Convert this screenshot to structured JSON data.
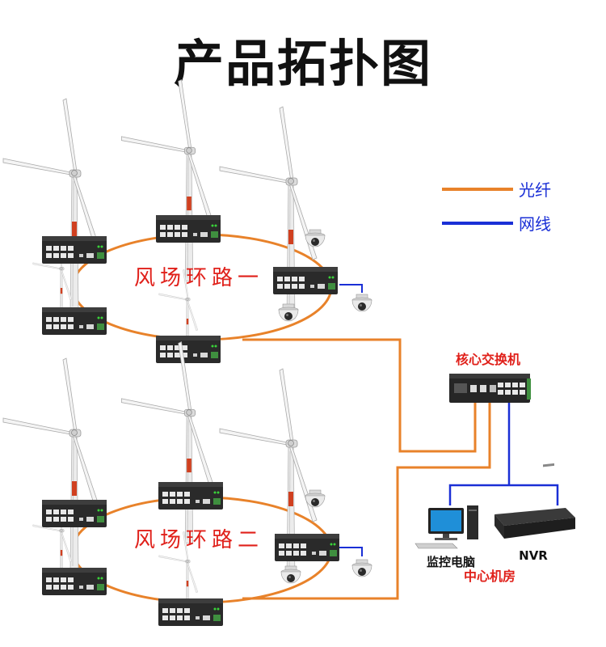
{
  "title": "产品拓扑图",
  "legend": {
    "fiber_label": "光纤",
    "cable_label": "网线",
    "fiber_color": "#e8822a",
    "cable_color": "#1a2fd6"
  },
  "rings": [
    {
      "label": "风场环路一"
    },
    {
      "label": "风场环路二"
    }
  ],
  "core_switch_label": "核心交换机",
  "monitor_pc_label": "监控电脑",
  "nvr_label": "NVR",
  "center_room_label": "中心机房",
  "label_color": "#e0201a"
}
